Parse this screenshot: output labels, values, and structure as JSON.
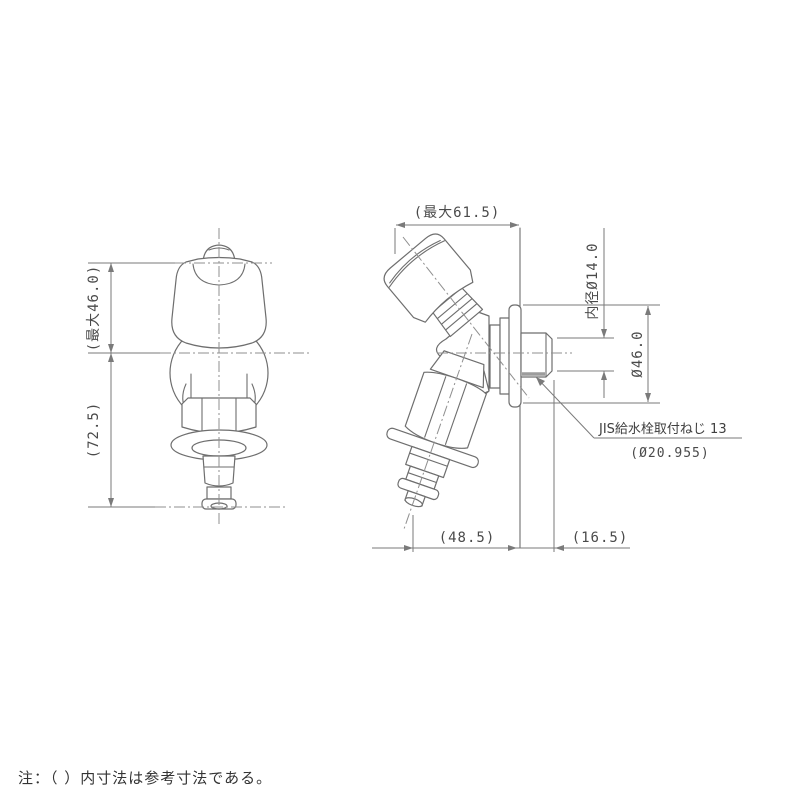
{
  "colors": {
    "background": "#ffffff",
    "line": "#6e6e6e",
    "centerline": "#8f8f8f",
    "dimension": "#7a7a7a",
    "text": "#4a4a4a"
  },
  "front_view": {
    "dim_height_upper": "(最大46.0)",
    "dim_height_lower": "(72.5)"
  },
  "side_view": {
    "dim_width_top": "(最大61.5)",
    "dim_inner_diameter": "内径Ø14.0",
    "dim_flange_diameter": "Ø46.0",
    "thread_label_line1": "JIS給水栓取付ねじ 13",
    "thread_label_line2": "(Ø20.955)",
    "dim_spout_offset": "(48.5)",
    "dim_thread_length": "(16.5)"
  },
  "note": "注：（ ）内寸法は参考寸法である。"
}
